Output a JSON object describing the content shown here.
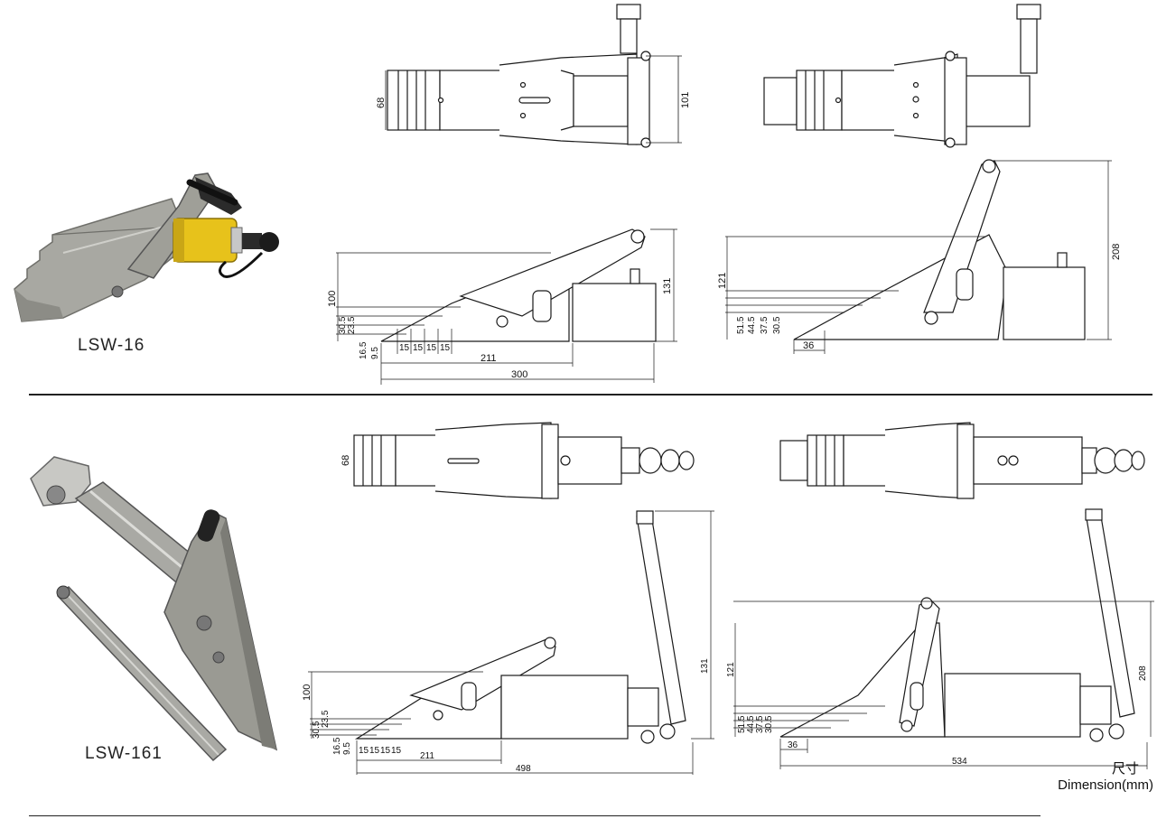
{
  "products": [
    {
      "model": "LSW-16",
      "dimensions": {
        "top_width": "68",
        "top_height": "101",
        "overall_height": "131",
        "jaw_height": "100",
        "steps": [
          "30.5",
          "23.5",
          "16.5",
          "9.5"
        ],
        "step_widths": [
          "15",
          "15",
          "15",
          "15"
        ],
        "len_211": "211",
        "len_total": "300",
        "open_height": "208",
        "open_jaw_height": "121",
        "open_steps": [
          "51.5",
          "44.5",
          "37.5",
          "30.5"
        ],
        "open_tip": "36"
      }
    },
    {
      "model": "LSW-161",
      "dimensions": {
        "top_width": "68",
        "overall_height": "131",
        "jaw_height": "100",
        "steps": [
          "30.5",
          "23.5",
          "16.5",
          "9.5"
        ],
        "step_widths": [
          "15",
          "15",
          "15",
          "15"
        ],
        "len_211": "211",
        "len_total": "498",
        "open_height": "208",
        "open_jaw_height": "121",
        "open_steps": [
          "51.5",
          "44.5",
          "37.5",
          "30.5"
        ],
        "open_tip": "36",
        "open_len_total": "534"
      }
    }
  ],
  "units": {
    "label_cn": "尺寸",
    "label_en": "Dimension(mm)"
  },
  "colors": {
    "steel": "#b9b9b4",
    "steel_dark": "#6f6f6a",
    "cylinder_yellow": "#e7c21b",
    "line": "#1a1a1a"
  }
}
